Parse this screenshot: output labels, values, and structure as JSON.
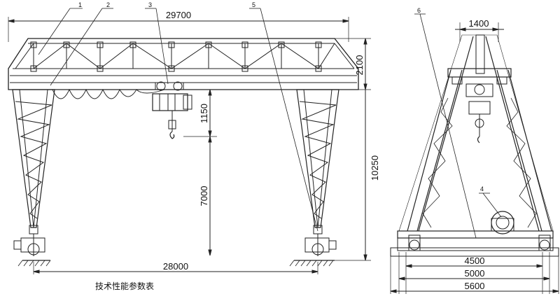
{
  "front_view": {
    "span_total": "29700",
    "span_rails": "28000",
    "truss_height": "2100",
    "total_height": "10250",
    "hook_drop": "1150",
    "lift_height": "7000",
    "callouts": [
      "1",
      "2",
      "3",
      "5"
    ]
  },
  "side_view": {
    "top_width": "1400",
    "base_width_inner": "4500",
    "base_width_mid": "5000",
    "base_width_outer": "5600",
    "callouts": [
      "6",
      "4"
    ]
  },
  "caption": "技术性能参数表"
}
